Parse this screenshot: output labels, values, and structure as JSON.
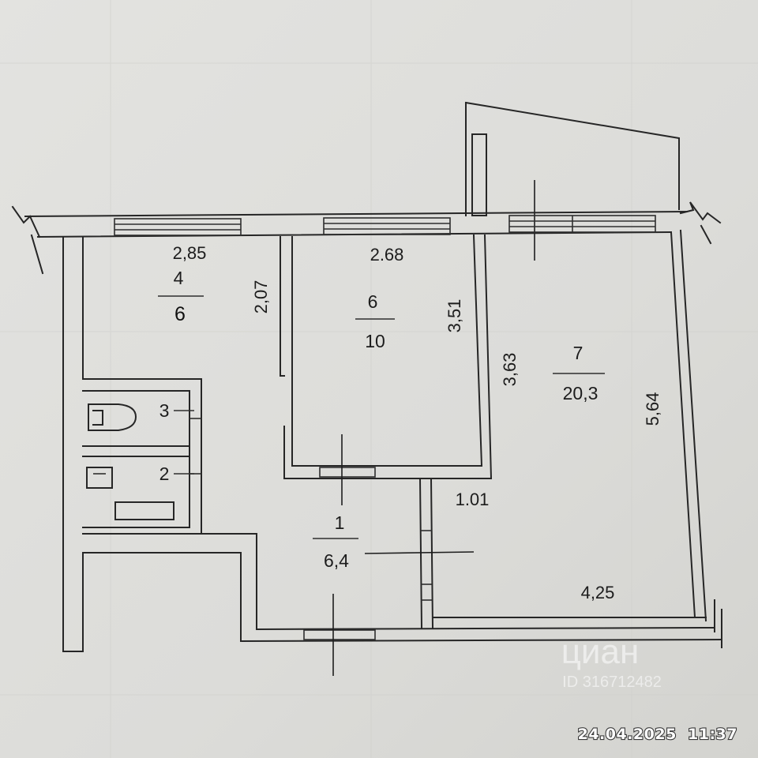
{
  "rooms": [
    {
      "number": "4",
      "area": "6"
    },
    {
      "number": "6",
      "area": "10"
    },
    {
      "number": "7",
      "area": "20,3"
    },
    {
      "number": "3"
    },
    {
      "number": "2"
    },
    {
      "number": "1",
      "area": "6,4"
    }
  ],
  "dimensions": {
    "room4_width": "2,85",
    "room4_depth": "2,07",
    "room6_width": "2.68",
    "room6_depth": "3,51",
    "room7_partition": "3,63",
    "room7_depth": "5,64",
    "corridor_width": "1.01",
    "room7_width": "4,25"
  },
  "watermark": {
    "brand": "циан",
    "id": "ID 316712482"
  },
  "timestamp": "24.04.2025  11:37",
  "colors": {
    "paper": "#dcdcd9",
    "ink": "#262626",
    "stamp_text": "#ffffff"
  }
}
